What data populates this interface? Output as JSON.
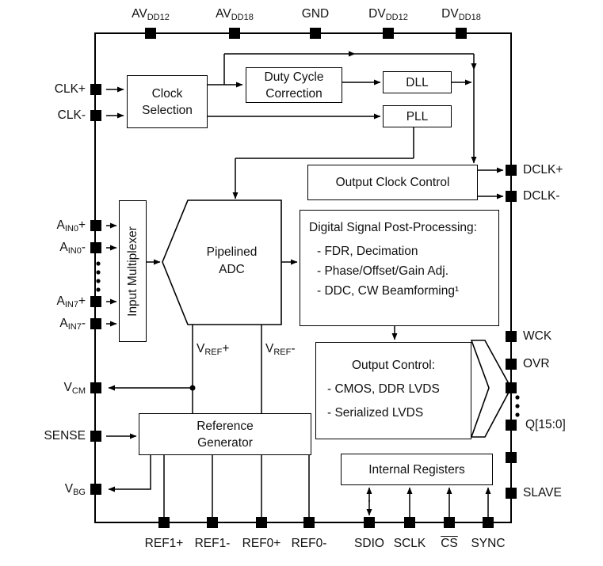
{
  "diagram": {
    "pins": {
      "top": [
        {
          "pre": "AV",
          "sub": "DD12"
        },
        {
          "pre": "AV",
          "sub": "DD18"
        },
        {
          "pre": "GND"
        },
        {
          "pre": "DV",
          "sub": "DD12"
        },
        {
          "pre": "DV",
          "sub": "DD18"
        }
      ],
      "left": [
        {
          "pre": "CLK+"
        },
        {
          "pre": "CLK-"
        },
        {
          "pre": "A",
          "sub": "IN0",
          "post": "+"
        },
        {
          "pre": "A",
          "sub": "IN0",
          "post": "-"
        },
        {
          "pre": "A",
          "sub": "IN7",
          "post": "+"
        },
        {
          "pre": "A",
          "sub": "IN7",
          "post": "-"
        },
        {
          "pre": "V",
          "sub": "CM"
        },
        {
          "pre": "SENSE"
        },
        {
          "pre": "V",
          "sub": "BG"
        }
      ],
      "right": [
        {
          "pre": "DCLK+"
        },
        {
          "pre": "DCLK-"
        },
        {
          "pre": "WCK"
        },
        {
          "pre": "OVR"
        },
        {
          "pre": "Q[15:0]"
        },
        {
          "pre": "SLAVE"
        }
      ],
      "bottom": [
        {
          "pre": "REF1+"
        },
        {
          "pre": "REF1-"
        },
        {
          "pre": "REF0+"
        },
        {
          "pre": "REF0-"
        },
        {
          "pre": "SDIO"
        },
        {
          "pre": "SCLK"
        },
        {
          "pre": "CS"
        },
        {
          "pre": "SYNC"
        }
      ]
    },
    "blocks": {
      "clock_selection": "Clock\nSelection",
      "duty_cycle_correction": "Duty Cycle\nCorrection",
      "dll": "DLL",
      "pll": "PLL",
      "output_clock_control": "Output Clock Control",
      "input_multiplexer": "Input Multiplexer",
      "pipelined_adc": "Pipelined\nADC",
      "dsp": {
        "title": "Digital Signal Post-Processing:",
        "items": [
          "- FDR, Decimation",
          "- Phase/Offset/Gain Adj.",
          "- DDC, CW Beamforming¹"
        ]
      },
      "output_control": {
        "title": "Output Control:",
        "items": [
          "- CMOS, DDR LVDS",
          "- Serialized LVDS"
        ]
      },
      "internal_registers": "Internal Registers",
      "reference_generator": "Reference\nGenerator"
    },
    "net_labels": {
      "vref_p": {
        "pre": "V",
        "sub": "REF",
        "post": "+"
      },
      "vref_n": {
        "pre": "V",
        "sub": "REF",
        "post": "-"
      }
    },
    "colors": {
      "line": "#000000",
      "background": "#ffffff",
      "text": "#111111"
    }
  }
}
